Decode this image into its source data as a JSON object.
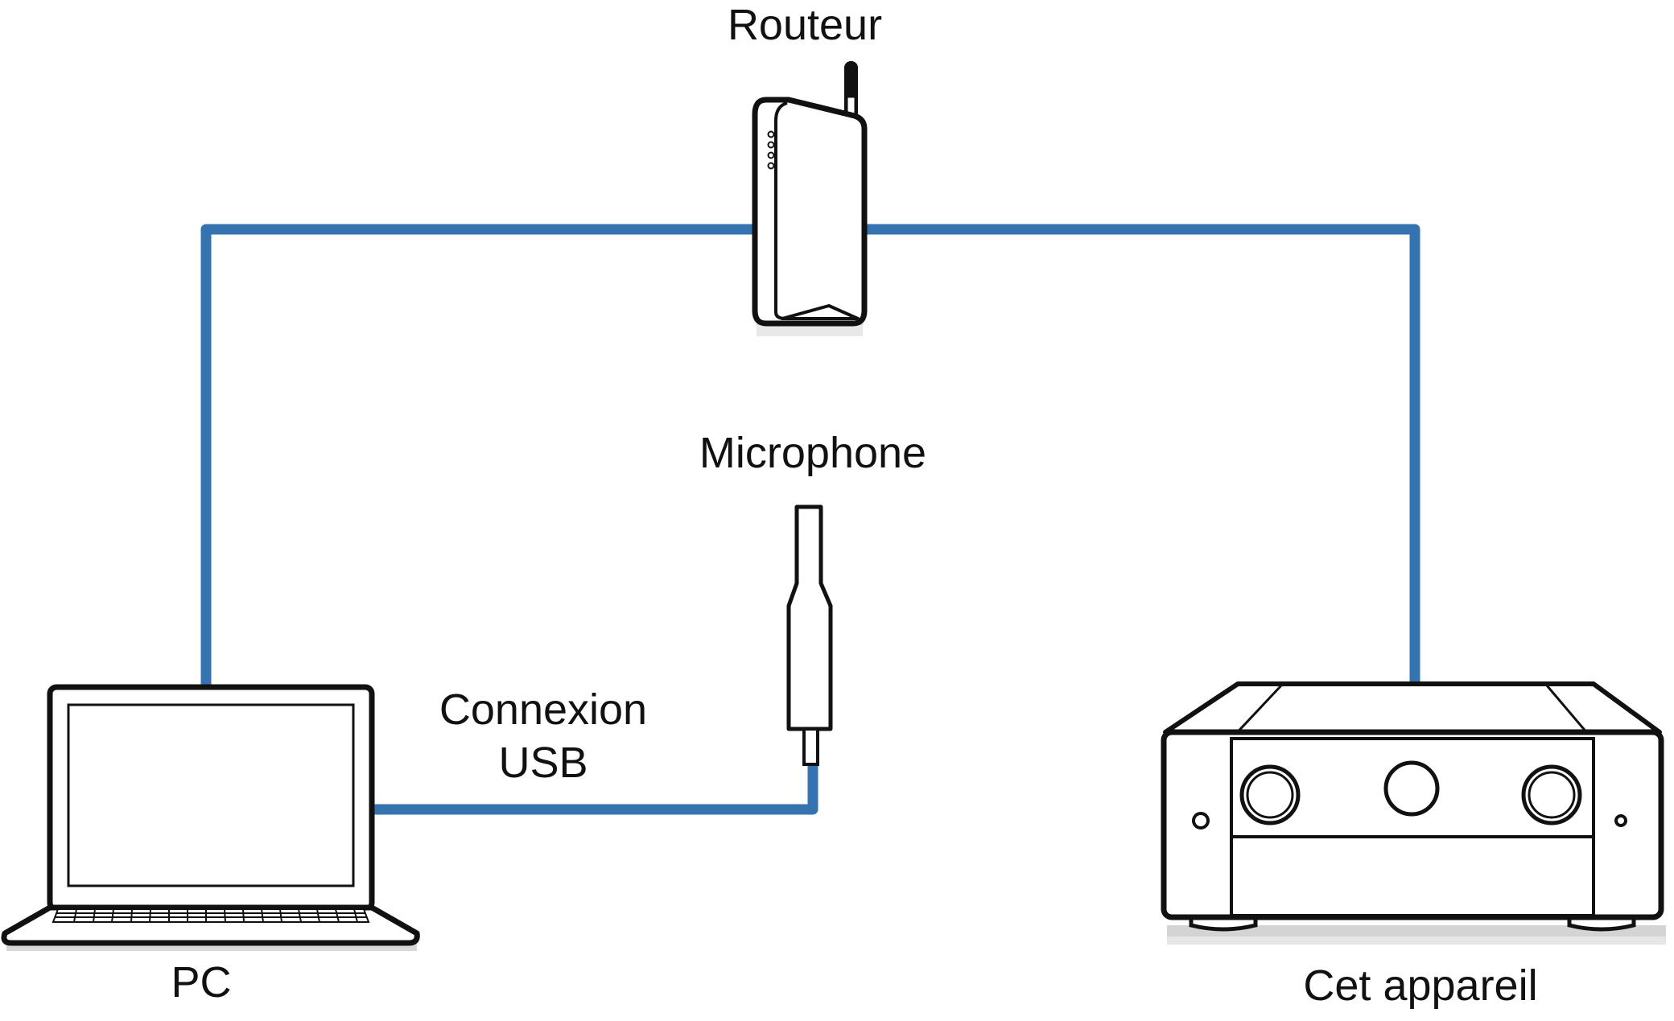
{
  "diagram": {
    "labels": {
      "router": "Routeur",
      "microphone": "Microphone",
      "usb_line1": "Connexion",
      "usb_line2": "USB",
      "pc": "PC",
      "device": "Cet appareil"
    },
    "colors": {
      "cable": "#3572B0",
      "outline": "#111111",
      "background": "#FFFFFF",
      "shadow": "#D0D0D0"
    },
    "icons": [
      "router-icon",
      "microphone-icon",
      "laptop-icon",
      "av-receiver-icon"
    ]
  }
}
